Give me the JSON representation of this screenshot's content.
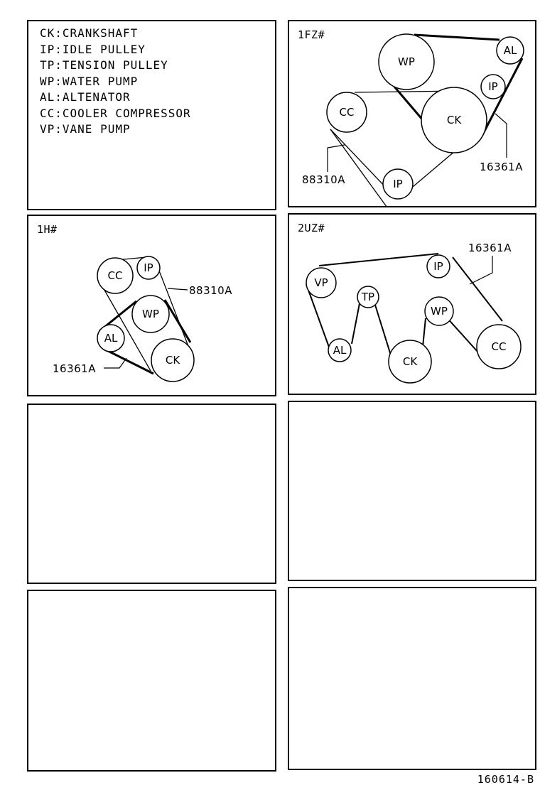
{
  "legend": [
    "CK:CRANKSHAFT",
    "IP:IDLE PULLEY",
    "TP:TENSION PULLEY",
    "WP:WATER PUMP",
    "AL:ALTENATOR",
    "CC:COOLER COMPRESSOR",
    "VP:VANE PUMP"
  ],
  "panels": {
    "p1fz": {
      "title": "1FZ#",
      "pulleys": {
        "wp": "WP",
        "al": "AL",
        "ip1": "IP",
        "cc": "CC",
        "ck": "CK",
        "ip2": "IP"
      },
      "parts": {
        "a": "16361A",
        "b": "88310A"
      }
    },
    "p1h": {
      "title": "1H#",
      "pulleys": {
        "cc": "CC",
        "ip": "IP",
        "wp": "WP",
        "al": "AL",
        "ck": "CK"
      },
      "parts": {
        "a": "88310A",
        "b": "16361A"
      }
    },
    "p2uz": {
      "title": "2UZ#",
      "pulleys": {
        "vp": "VP",
        "ip": "IP",
        "tp": "TP",
        "wp": "WP",
        "al": "AL",
        "ck": "CK",
        "cc": "CC"
      },
      "parts": {
        "a": "16361A"
      }
    }
  },
  "footer": {
    "code": "160614-B"
  }
}
